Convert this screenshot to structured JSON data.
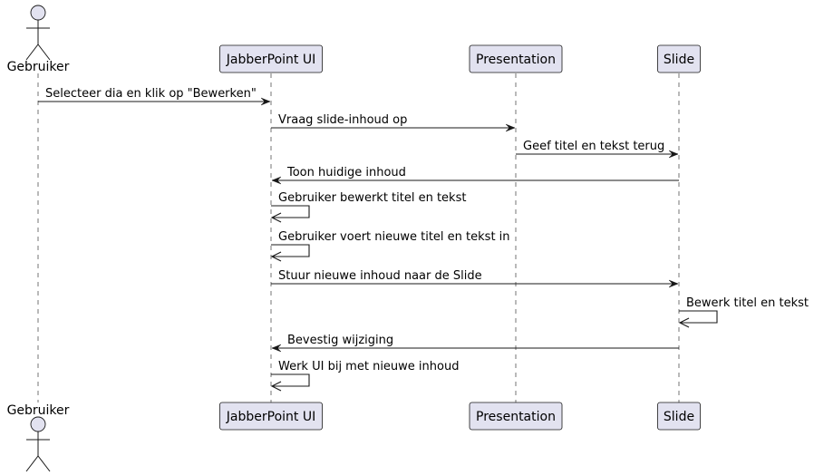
{
  "diagram": {
    "type": "sequence",
    "participants": [
      {
        "id": "gebruiker",
        "label": "Gebruiker",
        "kind": "actor"
      },
      {
        "id": "ui",
        "label": "JabberPoint UI",
        "kind": "participant"
      },
      {
        "id": "presentation",
        "label": "Presentation",
        "kind": "participant"
      },
      {
        "id": "slide",
        "label": "Slide",
        "kind": "participant"
      }
    ],
    "messages": [
      {
        "from": "gebruiker",
        "to": "ui",
        "label": "Selecteer dia en klik op \"Bewerken\""
      },
      {
        "from": "ui",
        "to": "presentation",
        "label": "Vraag slide-inhoud op"
      },
      {
        "from": "presentation",
        "to": "slide",
        "label": "Geef titel en tekst terug"
      },
      {
        "from": "slide",
        "to": "ui",
        "label": "Toon huidige inhoud"
      },
      {
        "from": "ui",
        "to": "ui",
        "label": "Gebruiker bewerkt titel en tekst"
      },
      {
        "from": "ui",
        "to": "ui",
        "label": "Gebruiker voert nieuwe titel en tekst in"
      },
      {
        "from": "ui",
        "to": "slide",
        "label": "Stuur nieuwe inhoud naar de Slide"
      },
      {
        "from": "slide",
        "to": "slide",
        "label": "Bewerk titel en tekst"
      },
      {
        "from": "slide",
        "to": "ui",
        "label": "Bevestig wijziging"
      },
      {
        "from": "ui",
        "to": "ui",
        "label": "Werk UI bij met nieuwe inhoud"
      }
    ]
  },
  "colors": {
    "participant_fill": "#e2e2f0",
    "line": "#181818",
    "background": "#ffffff"
  }
}
